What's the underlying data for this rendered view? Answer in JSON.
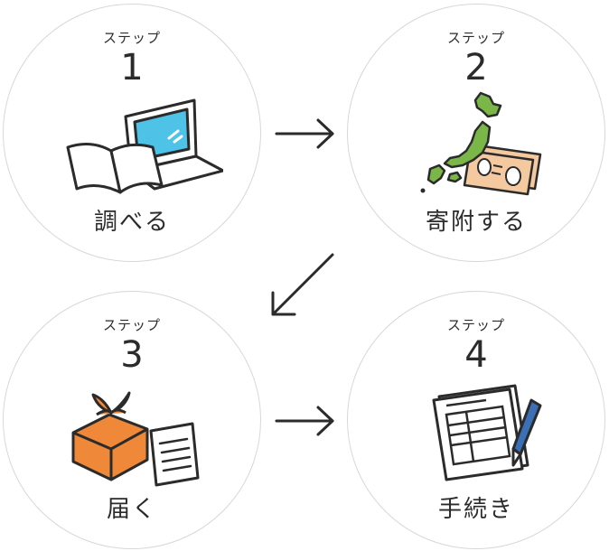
{
  "steps": [
    {
      "tag": "ステップ",
      "number": "1",
      "label": "調べる",
      "icon": "laptop-book-icon"
    },
    {
      "tag": "ステップ",
      "number": "2",
      "label": "寄附する",
      "icon": "japan-map-money-icon"
    },
    {
      "tag": "ステップ",
      "number": "3",
      "label": "届く",
      "icon": "gift-box-document-icon"
    },
    {
      "tag": "ステップ",
      "number": "4",
      "label": "手続き",
      "icon": "form-pen-icon"
    }
  ],
  "colors": {
    "circle_border": "#d7d7d7",
    "screen_blue": "#4fc2e8",
    "map_green": "#7ab648",
    "money_orange": "#f5c9a0",
    "box_orange": "#f0883a",
    "pen_blue": "#3b6fb6",
    "ink": "#2b2b2b"
  }
}
